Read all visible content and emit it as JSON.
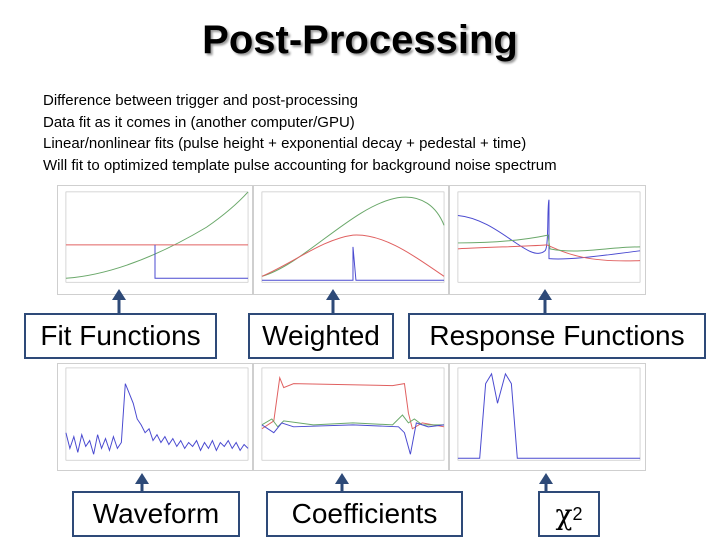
{
  "slide": {
    "title": "Post-Processing",
    "bullets": [
      "Difference between trigger and post-processing",
      "Data fit as it comes in (another computer/GPU)",
      "Linear/nonlinear fits (pulse height + exponential decay + pedestal + time)",
      "Will fit to optimized template pulse accounting for background noise spectrum"
    ]
  },
  "labels": {
    "fit_functions": "Fit Functions",
    "weighted": "Weighted",
    "response_functions": "Response Functions",
    "waveform": "Waveform",
    "coefficients": "Coefficients",
    "chi_symbol": "χ",
    "chi_exponent": "2"
  },
  "colors": {
    "box_border": "#2e4a78",
    "arrow": "#2e4a78",
    "trace_red": "#e06060",
    "trace_green": "#6aa86a",
    "trace_blue": "#4a4ad0"
  }
}
